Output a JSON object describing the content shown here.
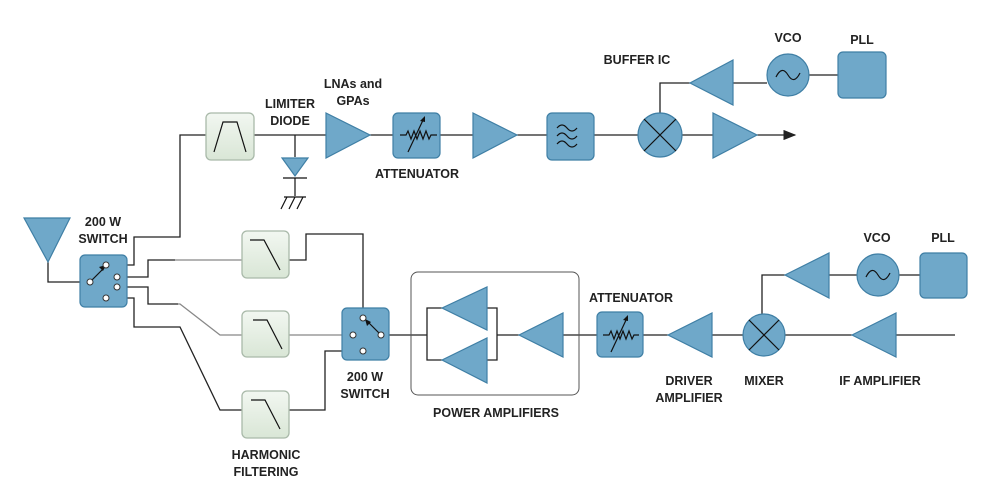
{
  "colors": {
    "block_fill": "#6fa8c9",
    "block_stroke": "#3f7fa5",
    "filter_fill": "#e6efe4",
    "line": "#222222"
  },
  "labels": {
    "lnas_1": "LNAs and",
    "lnas_2": "GPAs",
    "limiter_1": "LIMITER",
    "limiter_2": "DIODE",
    "attenuator_rx": "ATTENUATOR",
    "buffer_ic": "BUFFER IC",
    "vco_rx": "VCO",
    "pll_rx": "PLL",
    "switch1_1": "200 W",
    "switch1_2": "SWITCH",
    "switch2_1": "200 W",
    "switch2_2": "SWITCH",
    "harmonic_1": "HARMONIC",
    "harmonic_2": "FILTERING",
    "power_amplifiers": "POWER AMPLIFIERS",
    "attenuator_tx": "ATTENUATOR",
    "driver_1": "DRIVER",
    "driver_2": "AMPLIFIER",
    "mixer": "MIXER",
    "if_amplifier": "IF AMPLIFIER",
    "vco_tx": "VCO",
    "pll_tx": "PLL"
  }
}
